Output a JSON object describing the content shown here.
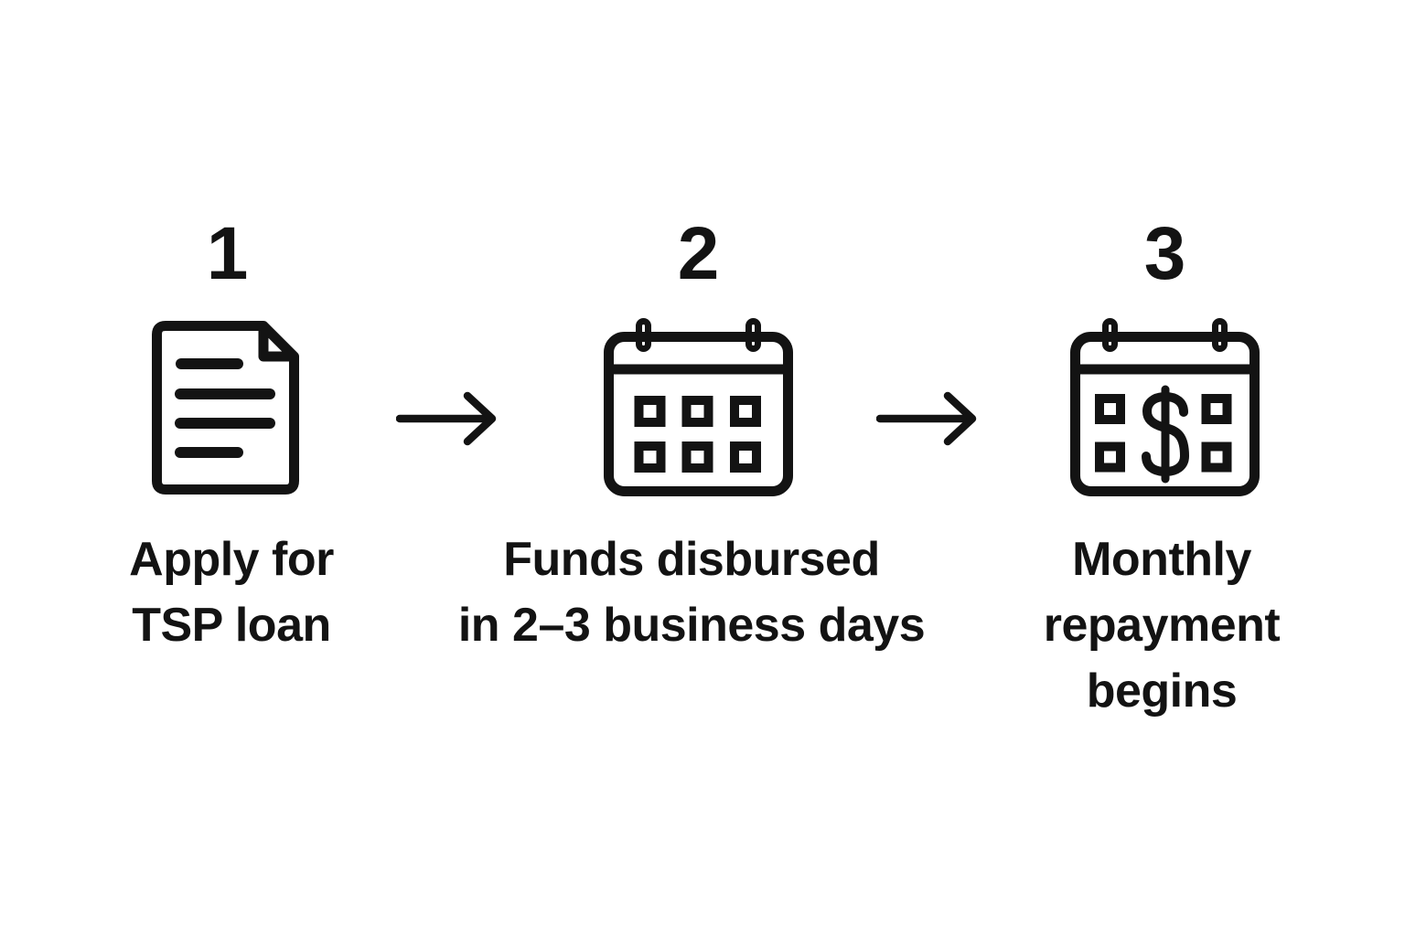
{
  "title_hint": "TSP loan process flow",
  "colors": {
    "background": "#ffffff",
    "ink": "#131313"
  },
  "steps": [
    {
      "number": "1",
      "icon": "document-icon",
      "label_lines": [
        "Apply for",
        "TSP loan"
      ]
    },
    {
      "number": "2",
      "icon": "calendar-icon",
      "label_lines": [
        "Funds disbursed",
        "in 2–3 business days"
      ]
    },
    {
      "number": "3",
      "icon": "calendar-dollar-icon",
      "label_lines": [
        "Monthly",
        "repayment",
        "begins"
      ]
    }
  ],
  "arrows": [
    {
      "name": "right-arrow"
    },
    {
      "name": "right-arrow"
    }
  ]
}
